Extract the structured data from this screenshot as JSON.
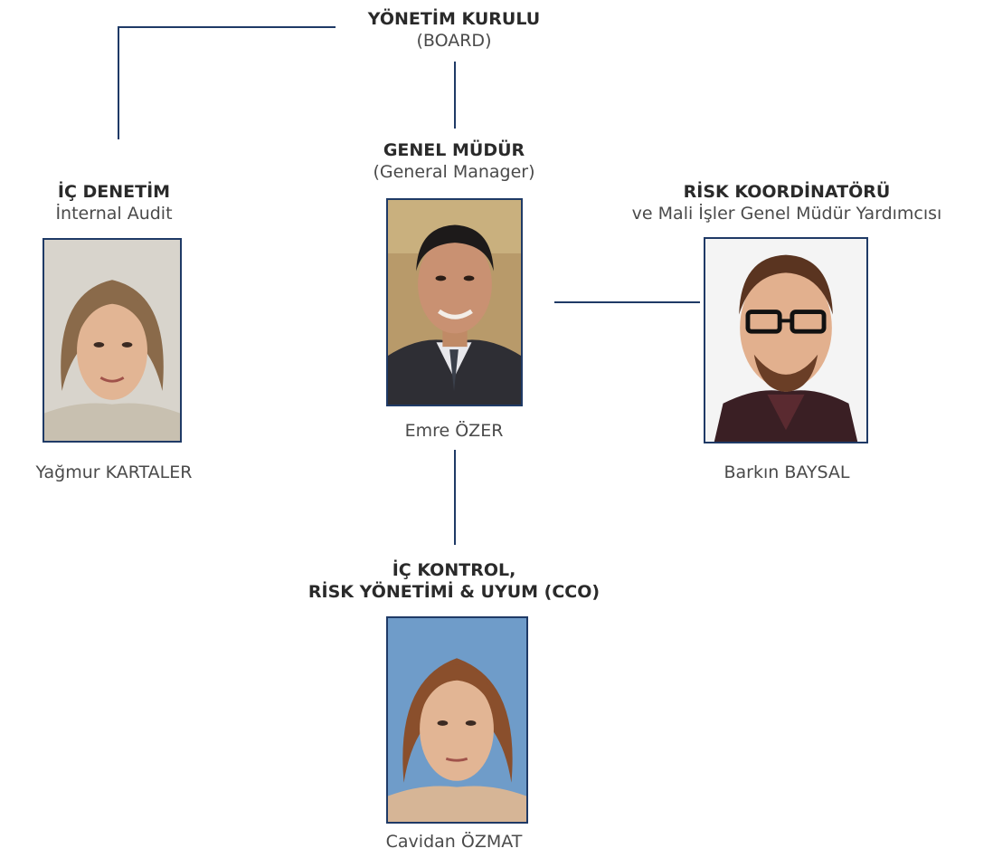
{
  "board": {
    "title": "YÖNETİM KURULU",
    "subtitle": "(BOARD)"
  },
  "general_manager": {
    "title": "GENEL MÜDÜR",
    "subtitle": "(General Manager)",
    "name": "Emre  ÖZER"
  },
  "internal_audit": {
    "title": "İÇ DENETİM",
    "subtitle": "İnternal Audit",
    "name": "Yağmur KARTALER"
  },
  "risk_coordinator": {
    "title": "RİSK KOORDİNATÖRÜ",
    "subtitle": "ve Mali İşler Genel Müdür Yardımcısı",
    "name": "Barkın BAYSAL"
  },
  "internal_control": {
    "title_line1": "İÇ  KONTROL,",
    "title_line2": "RİSK YÖNETİMİ & UYUM (CCO)",
    "name": "Cavidan ÖZMAT"
  },
  "colors": {
    "connector": "#1f3a66",
    "frame": "#1f3a66"
  }
}
